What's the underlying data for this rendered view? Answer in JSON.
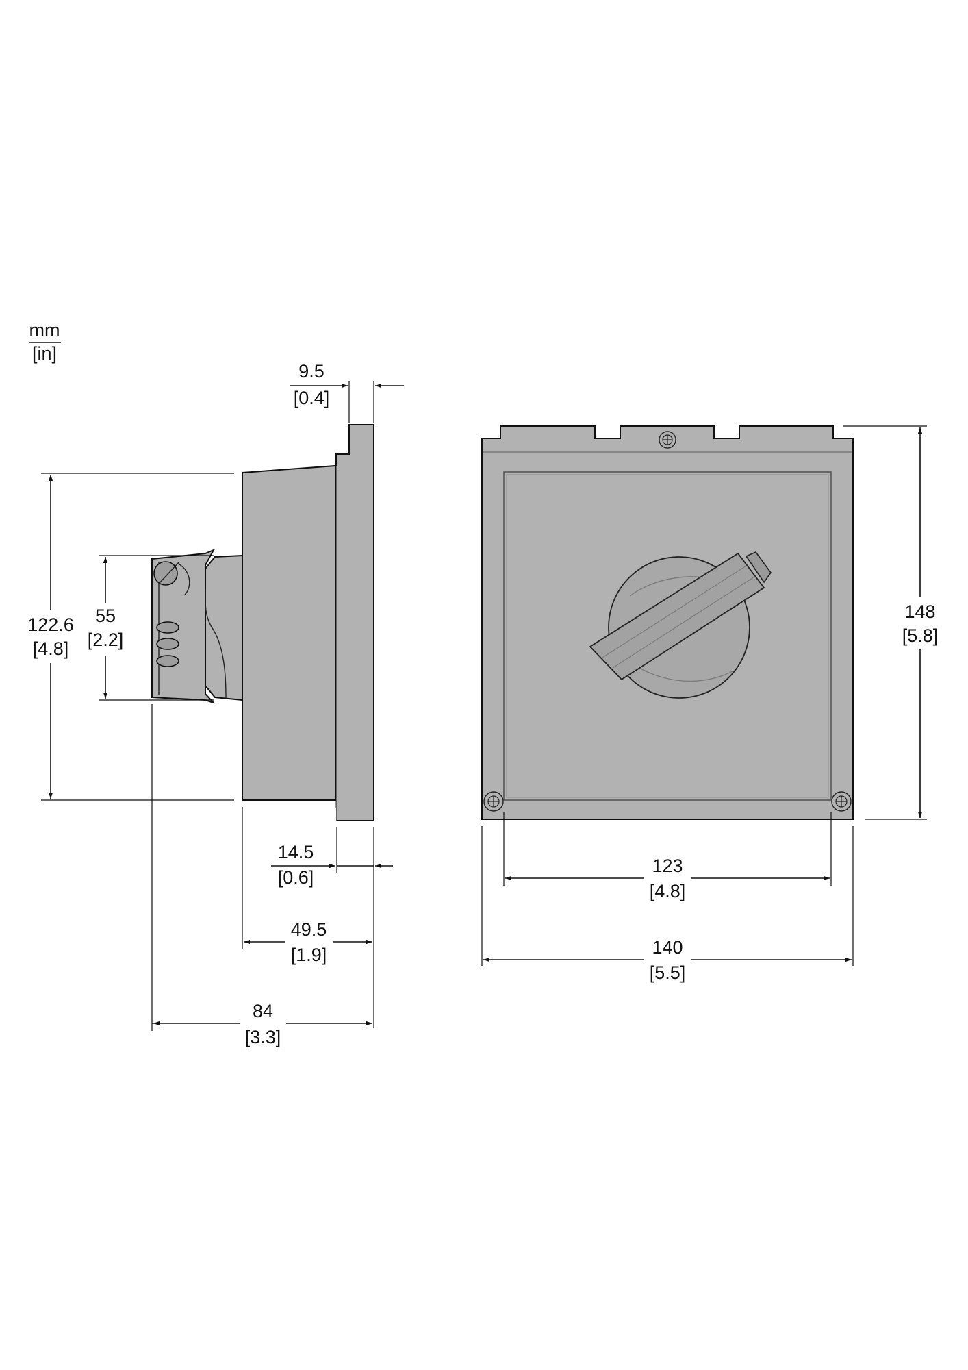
{
  "units": {
    "primary": "mm",
    "secondary": "[in]"
  },
  "colors": {
    "body": "#b2b2b2",
    "body_shadow": "#9e9e9e",
    "outline": "#111111",
    "background": "#ffffff"
  },
  "side_view": {
    "dim_flange_thickness": {
      "mm": "9.5",
      "in": "[0.4]"
    },
    "dim_height": {
      "mm": "122.6",
      "in": "[4.8]"
    },
    "dim_knob_height": {
      "mm": "55",
      "in": "[2.2]"
    },
    "dim_rear_step": {
      "mm": "14.5",
      "in": "[0.6]"
    },
    "dim_body_depth": {
      "mm": "49.5",
      "in": "[1.9]"
    },
    "dim_total_depth": {
      "mm": "84",
      "in": "[3.3]"
    }
  },
  "front_view": {
    "dim_height": {
      "mm": "148",
      "in": "[5.8]"
    },
    "dim_hole_spacing": {
      "mm": "123",
      "in": "[4.8]"
    },
    "dim_width": {
      "mm": "140",
      "in": "[5.5]"
    }
  }
}
